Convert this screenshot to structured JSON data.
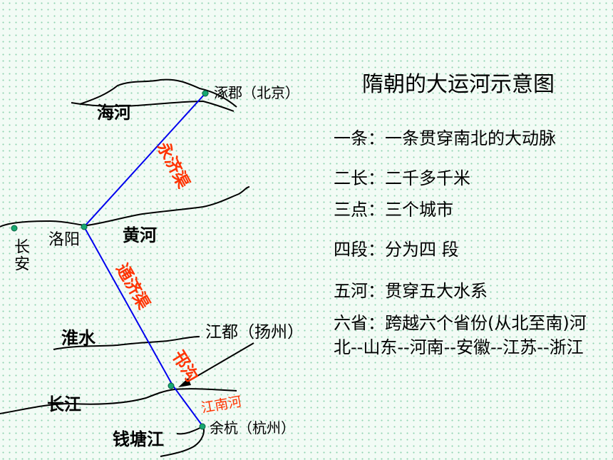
{
  "title": "隋朝的大运河示意图",
  "summary": [
    "一条：一条贯穿南北的大动脉",
    "二长：二千多千米",
    "三点：三个城市",
    "四段：分为四 段",
    "五河：贯穿五大水系",
    "六省：跨越六个省份(从北至南)河北--山东--河南--安徽--江苏--浙江"
  ],
  "rivers": {
    "hai": "海河",
    "huang": "黄河",
    "huai": "淮水",
    "chang": "长江",
    "qiantang": "钱塘江"
  },
  "cities": {
    "zhuojun": "涿郡（北京）",
    "luoyang": "洛阳",
    "changan": "长安",
    "jiangdu": "江都（扬州）",
    "yuhang": "余杭（杭州）"
  },
  "canals": {
    "yongji": "永济渠",
    "tongji": "通济渠",
    "hangou": "邗沟",
    "jiangnan": "江南河"
  },
  "colors": {
    "canal_line": "#0000ee",
    "canal_text": "#ff3300",
    "city_dot": "#16a870"
  }
}
